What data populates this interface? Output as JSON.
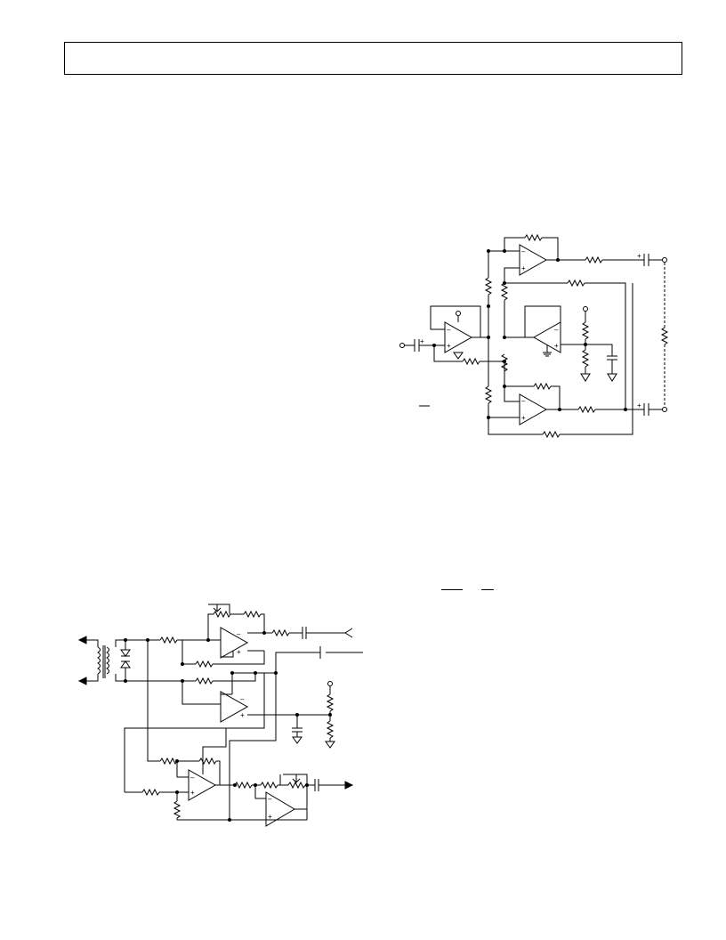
{
  "page": {
    "background": "#ffffff",
    "line_color": "#000000"
  },
  "figures": [
    {
      "id": "balanced-line-driver",
      "components": [
        "op-amp",
        "op-amp",
        "op-amp",
        "op-amp",
        "resistor",
        "capacitor",
        "ground"
      ]
    },
    {
      "id": "transformer-hybrid",
      "components": [
        "transformer",
        "zener-diode",
        "op-amp",
        "op-amp",
        "op-amp",
        "op-amp",
        "resistor",
        "trim-potentiometer",
        "capacitor",
        "ground"
      ]
    }
  ]
}
